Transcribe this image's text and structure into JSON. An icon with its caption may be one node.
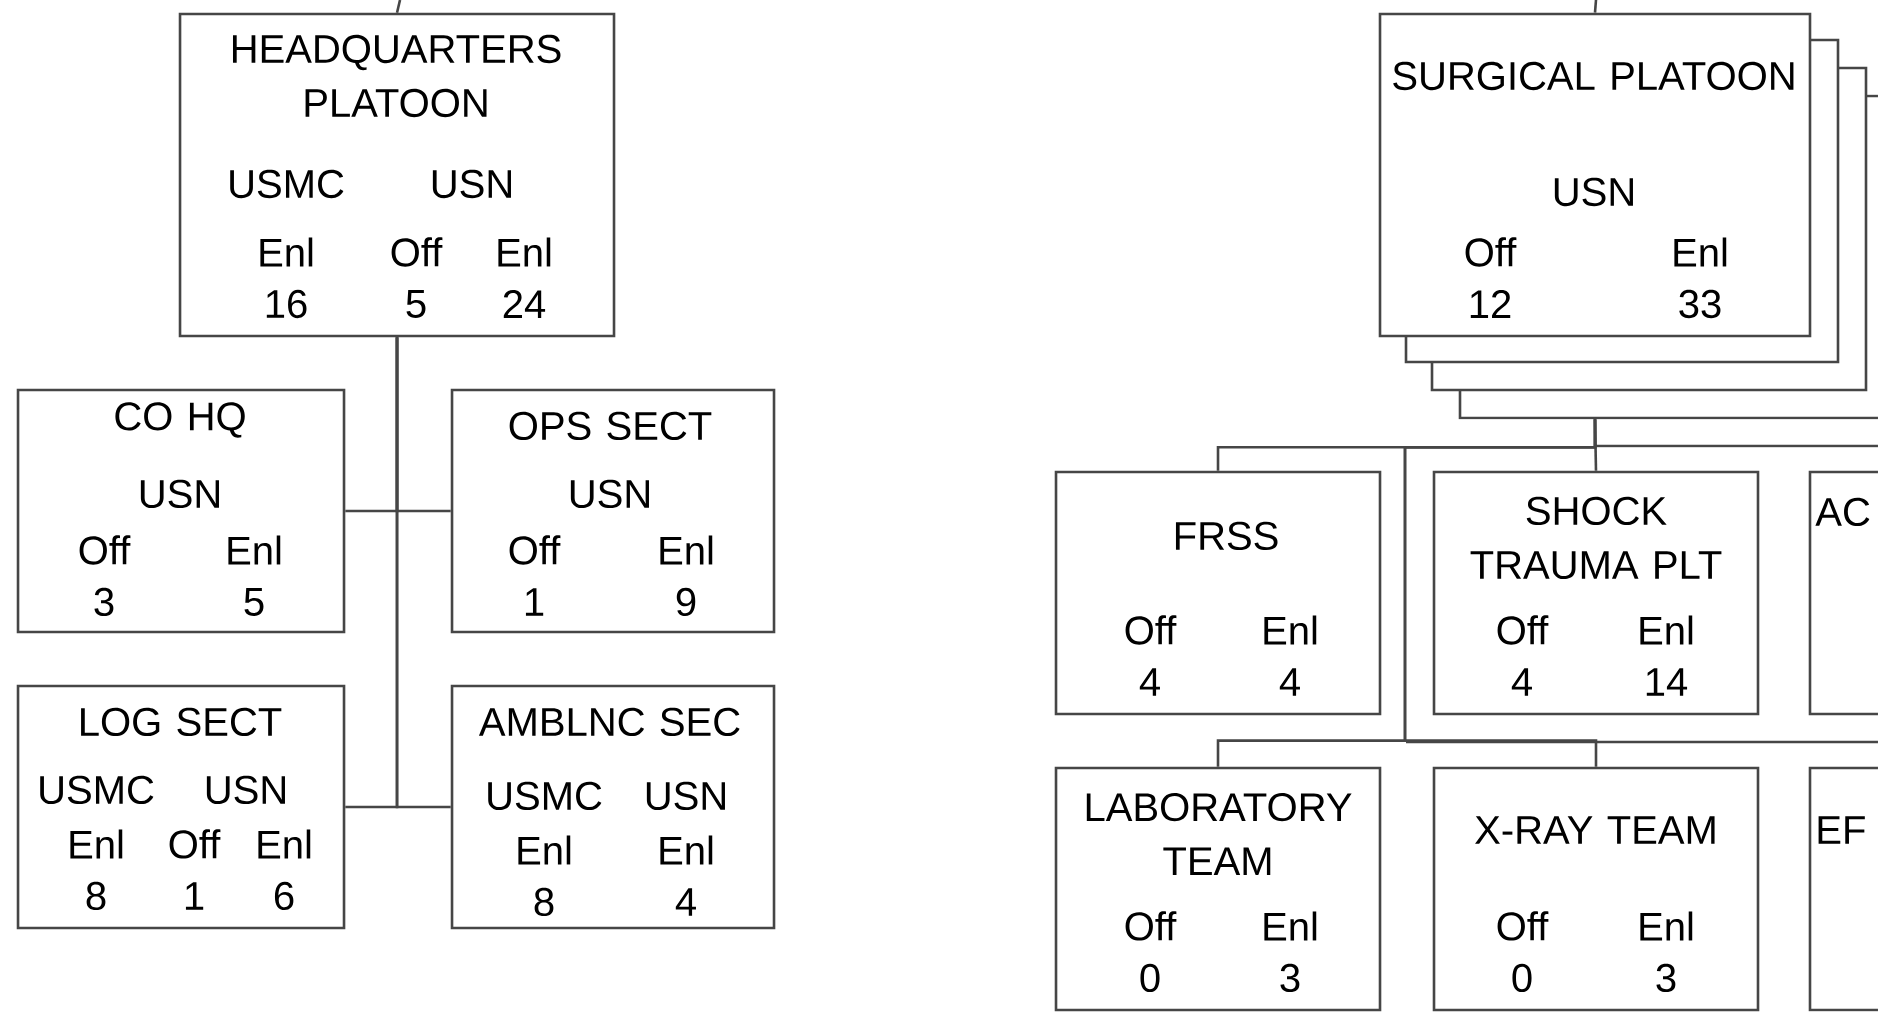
{
  "diagram": {
    "nodes": [
      {
        "text": [
          "HEADQUARTERS PLATOON",
          "USMC",
          "USN",
          "Enl",
          "Off",
          "Enl",
          "16",
          "5",
          "24"
        ]
      },
      {
        "text": [
          "CO HQ",
          "USN",
          "Off",
          "Enl",
          "3",
          "5"
        ]
      },
      {
        "text": [
          "OPS SECT",
          "USN",
          "Off",
          "Enl",
          "1",
          "9"
        ]
      },
      {
        "text": [
          "LOG SECT",
          "USMC",
          "USN",
          "Enl",
          "Off",
          "Enl",
          "8",
          "1",
          "6"
        ]
      },
      {
        "text": [
          "AMBLNC SEC",
          "USMC",
          "USN",
          "Enl",
          "Enl",
          "8",
          "4"
        ]
      },
      {
        "text": [
          "SURGICAL PLATOON",
          "USN",
          "Off",
          "Enl",
          "12",
          "33"
        ]
      },
      {
        "text": [
          "FRSS",
          "Off",
          "Enl",
          "4",
          "4"
        ]
      },
      {
        "text": [
          "SHOCK TRAUMA PLT",
          "Off",
          "Enl",
          "4",
          "14"
        ]
      },
      {
        "text": [
          "AC"
        ]
      },
      {
        "text": [
          "LABORATORY TEAM",
          "Off",
          "Enl",
          "0",
          "3"
        ]
      },
      {
        "text": [
          "X-RAY TEAM",
          "Off",
          "Enl",
          "0",
          "3"
        ]
      },
      {
        "text": [
          "EF"
        ]
      }
    ],
    "edges": [
      {
        "from": null,
        "to": 0,
        "arrow": "none"
      },
      {
        "from": 0,
        "to": 1,
        "arrow": "none"
      },
      {
        "from": 0,
        "to": 2,
        "arrow": "none"
      },
      {
        "from": 0,
        "to": 3,
        "arrow": "none"
      },
      {
        "from": 0,
        "to": 4,
        "arrow": "none"
      },
      {
        "from": null,
        "to": 5,
        "arrow": "none"
      },
      {
        "from": 5,
        "to": 6,
        "arrow": "none"
      },
      {
        "from": 5,
        "to": 7,
        "arrow": "none"
      },
      {
        "from": 5,
        "to": 9,
        "arrow": "none"
      },
      {
        "from": 5,
        "to": 10,
        "arrow": "none"
      }
    ]
  }
}
